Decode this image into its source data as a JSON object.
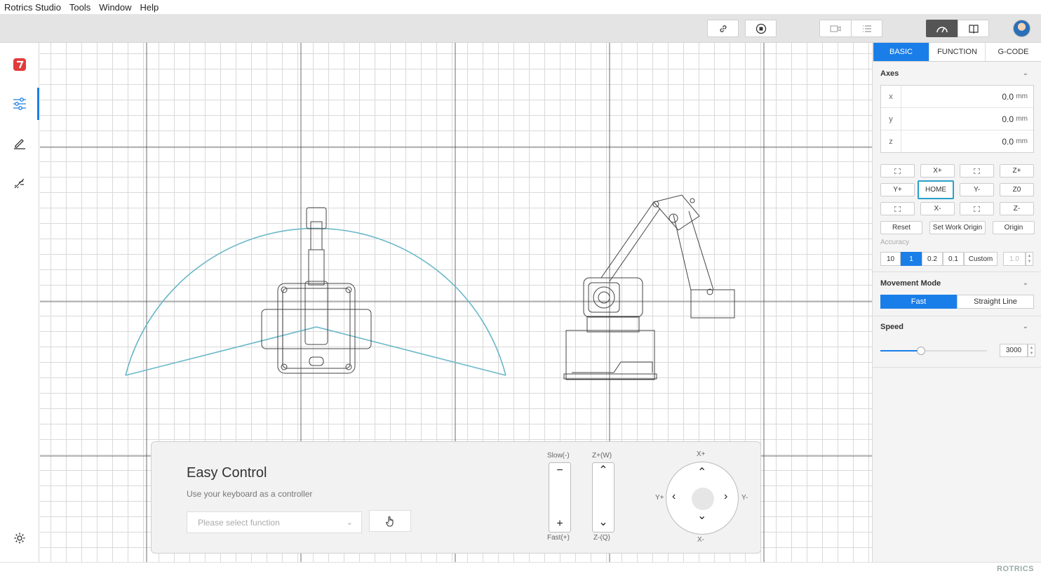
{
  "menubar": {
    "items": [
      "Rotrics Studio",
      "Tools",
      "Window",
      "Help"
    ]
  },
  "toolbar": {
    "icons": [
      "link-icon",
      "record-icon",
      "camera-icon",
      "list-icon",
      "speed-icon",
      "book-icon"
    ]
  },
  "sidebar": {
    "items": [
      {
        "icon": "rotrics-logo-icon"
      },
      {
        "icon": "sliders-icon",
        "active": true
      },
      {
        "icon": "pen-icon"
      },
      {
        "icon": "laser-icon"
      }
    ],
    "settings_icon": "gear-icon"
  },
  "panel": {
    "tabs": [
      "BASIC",
      "FUNCTION",
      "G-CODE"
    ],
    "axes": {
      "title": "Axes",
      "rows": [
        {
          "label": "x",
          "value": "0.0",
          "unit": "mm"
        },
        {
          "label": "y",
          "value": "0.0",
          "unit": "mm"
        },
        {
          "label": "z",
          "value": "0.0",
          "unit": "mm"
        }
      ]
    },
    "jog": {
      "row1": [
        "",
        "X+",
        "",
        "Z+"
      ],
      "row2": [
        "Y+",
        "HOME",
        "Y-",
        "Z0"
      ],
      "row3": [
        "",
        "X-",
        "",
        "Z-"
      ],
      "row4": [
        "Reset",
        "Set Work Origin",
        "Origin"
      ]
    },
    "accuracy": {
      "label": "Accuracy",
      "options": [
        "10",
        "1",
        "0.2",
        "0.1",
        "Custom"
      ],
      "selected": "1",
      "custom_value": "1.0"
    },
    "movement": {
      "title": "Movement Mode",
      "options": [
        "Fast",
        "Straight Line"
      ],
      "selected": "Fast"
    },
    "speed": {
      "title": "Speed",
      "value": "3000",
      "slider_fraction": 0.38
    }
  },
  "easy_control": {
    "title": "Easy Control",
    "subtitle": "Use your keyboard as a controller",
    "select_placeholder": "Please select function",
    "slow_label": "Slow(-)",
    "fast_label": "Fast(+)",
    "zup_label": "Z+(W)",
    "zdown_label": "Z-(Q)",
    "xplus_label": "X+",
    "xminus_label": "X-",
    "yplus_label": "Y+",
    "yminus_label": "Y-"
  },
  "footer": {
    "brand": "ROTRICS"
  },
  "colors": {
    "accent": "#1a7ee8",
    "workspace_arc": "#6bb8c9",
    "toolbar_bg": "#e4e4e4"
  }
}
